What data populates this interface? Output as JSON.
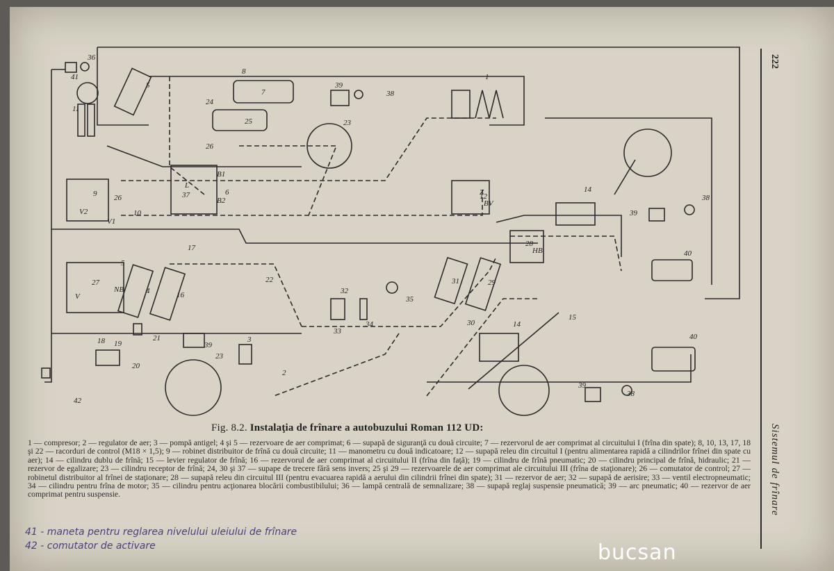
{
  "caption": {
    "prefix": "Fig. 8.2.",
    "title": "Instalaţia de frînare a autobuzului Roman 112 UD:"
  },
  "legend_text": "1 — compresor; 2 — regulator de aer; 3 — pompă antigel; 4 şi 5 — rezervoare de aer comprimat; 6 — supapă de siguranţă cu două circuite; 7 — rezervorul de aer comprimat al circuitului I (frîna din spate); 8, 10, 13, 17, 18 şi 22 — racorduri de control (M18 × 1,5); 9 — robinet distribuitor de frînă cu două circuite; 11 — manometru cu două indicatoare; 12 — supapă releu din circuitul I (pentru alimentarea rapidă a cilindrilor frînei din spate cu aer); 14 — cilindru dublu de frînă; 15 — levier regulator de frînă; 16 — rezervorul de aer comprimat al circuitului II (frîna din faţă); 19 — cilindru de frînă pneumatic; 20 — cilindru principal de frînă, hidraulic; 21 — rezervor de egalizare; 23 — cilindru receptor de frînă; 24, 30 şi 37 — supape de trecere fără sens invers; 25 şi 29 — rezervoarele de aer comprimat ale circuitului III (frîna de staţionare); 26 — comutator de control; 27 — robinetul distribuitor al frînei de staţionare; 28 — supapă releu din circuitul III (pentru evacuarea rapidă a aerului din cilindrii frînei din spate); 31 — rezervor de aer; 32 — supapă de aerisire; 33 — ventil electropneumatic; 34 — cilindru pentru frîna de motor; 35 — cilindru pentru acţionarea blocării combustibilului; 36 — lampă centrală de semnalizare; 38 — supapă reglaj suspensie pneumatică; 39 — arc pneumatic; 40 — rezervor de aer comprimat pentru suspensie.",
  "handwritten": [
    "41 - maneta pentru reglarea nivelului uleiului de frînare",
    "42 - comutator de activare"
  ],
  "watermark": "bucsan",
  "page_number": "222",
  "chapter_title": "Sistemul de frînare",
  "diagram_labels": [
    "1",
    "2",
    "3",
    "4",
    "5",
    "6",
    "7",
    "8",
    "9",
    "10",
    "11",
    "12",
    "14",
    "15",
    "16",
    "17",
    "18",
    "19",
    "20",
    "21",
    "22",
    "23",
    "23",
    "24",
    "25",
    "26",
    "26",
    "27",
    "28",
    "29",
    "30",
    "31",
    "32",
    "33",
    "34",
    "35",
    "36",
    "37",
    "38",
    "38",
    "38",
    "39",
    "39",
    "39",
    "39",
    "40",
    "40",
    "41",
    "42",
    "14",
    "5",
    "B1",
    "B2",
    "L",
    "V",
    "V1",
    "V2",
    "Z",
    "BV",
    "NB",
    "HB"
  ]
}
